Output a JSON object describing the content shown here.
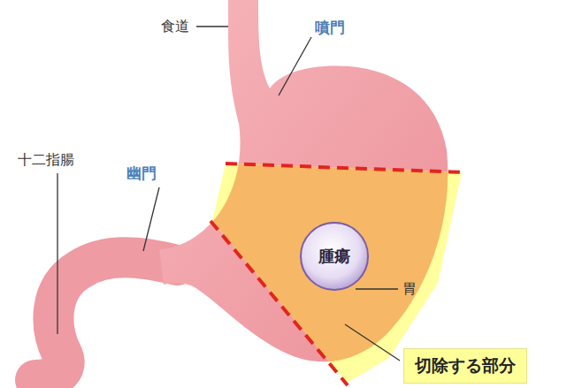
{
  "diagram": {
    "nodes": [
      {
        "text": [
          "腫瘍"
        ]
      },
      {
        "text": [
          "切除する部分"
        ]
      }
    ],
    "labels": [
      "食道",
      "噴門",
      "十二指腸",
      "幽門",
      "胃"
    ]
  }
}
